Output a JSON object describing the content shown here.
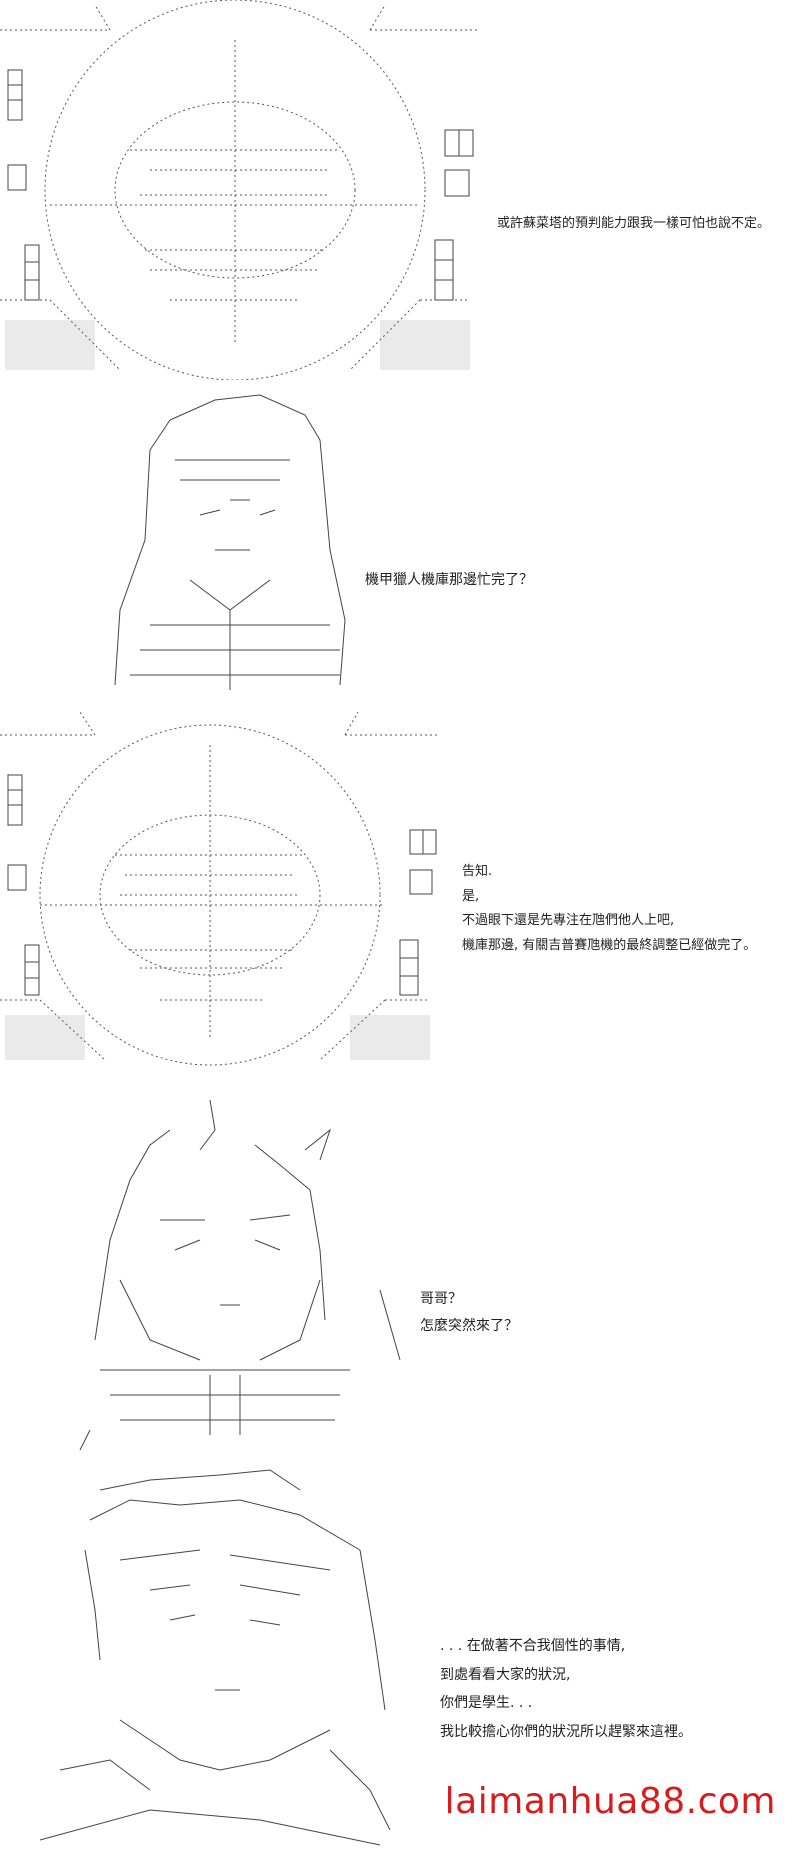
{
  "panels": [
    {
      "lines": [
        "或許蘇菜塔的預判能力跟我一樣可怕也說不定。"
      ]
    },
    {
      "lines": [
        "機甲獵人機庫那邊忙完了？"
      ]
    },
    {
      "lines": [
        "告知.",
        "是,",
        "不過眼下還是先專注在虺們他人上吧,",
        "機庫那邊, 有關吉普賽虺機的最終調整已經做完了。"
      ]
    },
    {
      "lines": [
        "哥哥？",
        "怎麼突然來了？"
      ]
    },
    {
      "lines": [
        ". . . 在做著不合我個性的事情,",
        "到處看看大家的狀況,",
        "你們是學生. . .",
        "我比較擔心你們的狀況所以趕緊來這裡。"
      ]
    }
  ],
  "watermark": "laimanhua88.com",
  "icons": [
    "scope-reticle-art",
    "hooded-figure-art",
    "girl-face-art",
    "boy-face-art"
  ]
}
